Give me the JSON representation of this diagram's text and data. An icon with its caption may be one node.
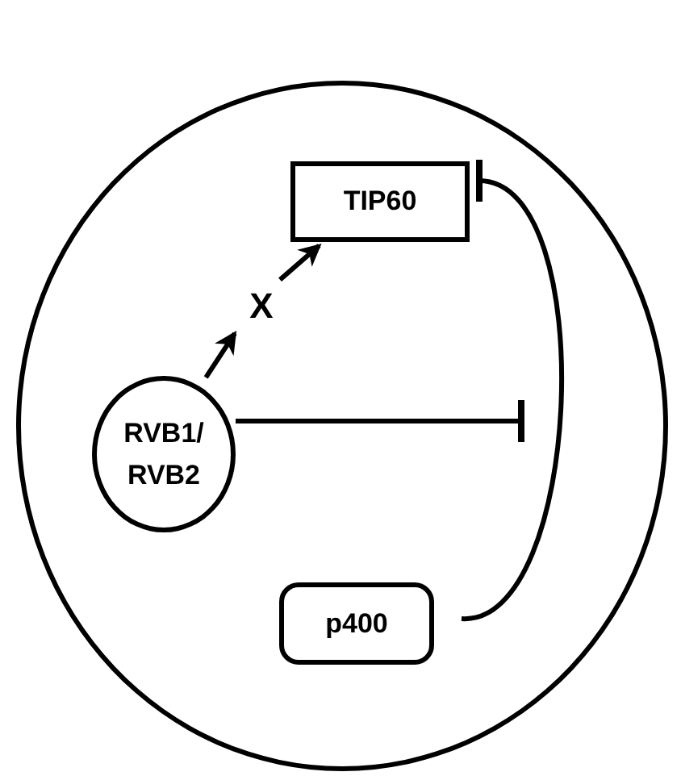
{
  "diagram": {
    "nodes": [
      {
        "text": [],
        "shape": "circle"
      },
      {
        "text": [
          "TIP60"
        ],
        "in": 0
      },
      {
        "text": [
          "RVB1/ RVB2"
        ],
        "in": 0
      },
      {
        "text": [
          "p400"
        ],
        "in": 0
      },
      {
        "text": [
          "X"
        ],
        "in": 0
      }
    ],
    "edges": [
      {
        "from": 2,
        "to": 4,
        "arrow": "to"
      },
      {
        "from": 4,
        "to": 1,
        "arrow": "to"
      },
      {
        "from": 2,
        "to": null,
        "arrow": "other"
      },
      {
        "from": 3,
        "to": 1,
        "arrow": "other"
      }
    ]
  }
}
